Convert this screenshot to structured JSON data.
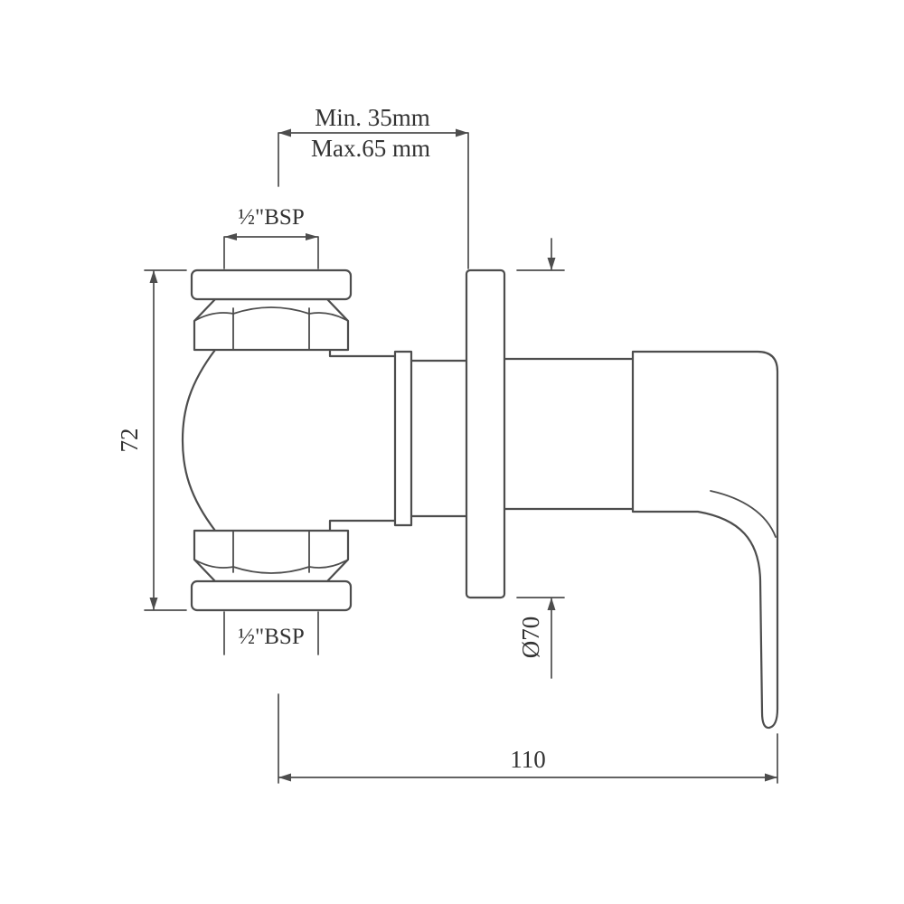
{
  "drawing": {
    "name": "Concealed stop valve dimensional drawing",
    "line_color": "#4d4d4d",
    "text_color": "#333333",
    "labels": {
      "min_depth": "Min. 35mm",
      "max_depth": "Max.65 mm",
      "top_thread": "½\"BSP",
      "bottom_thread": "½\"BSP",
      "body_height": "72",
      "flange_diameter": "Ø70",
      "overall_length": "110"
    }
  }
}
